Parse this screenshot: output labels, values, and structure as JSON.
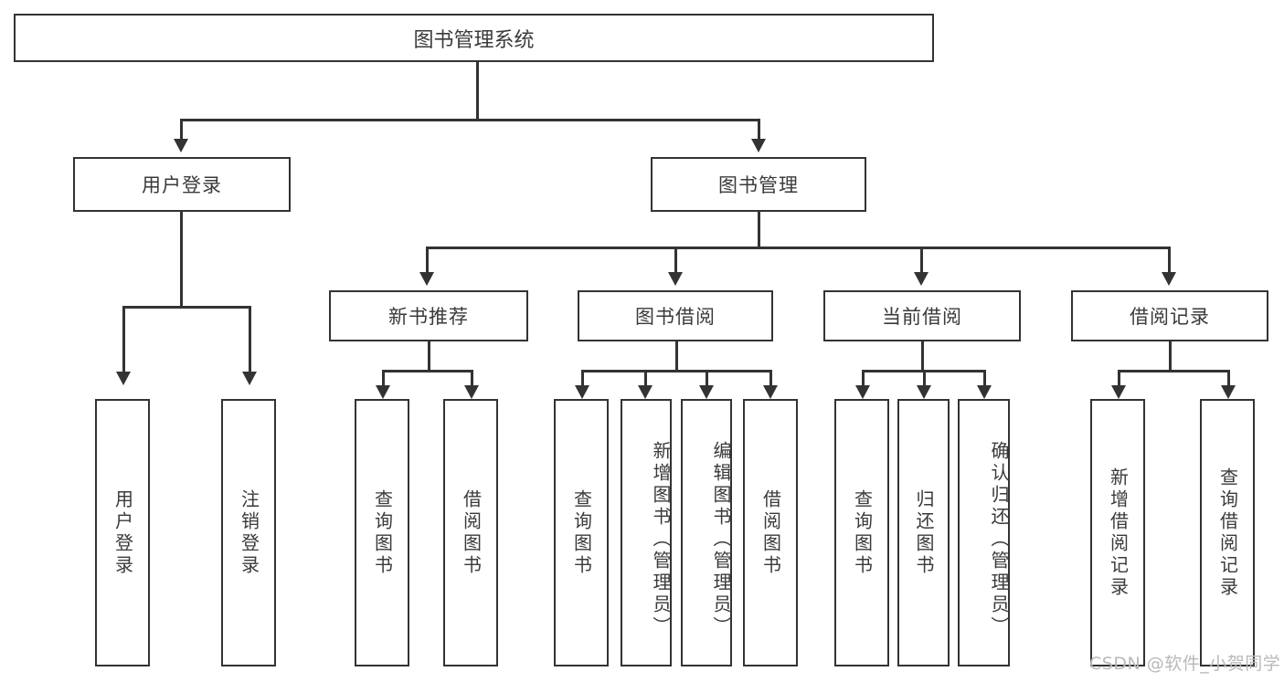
{
  "diagram": {
    "type": "tree-hierarchy",
    "title": "图书管理系统",
    "watermark": "CSDN @软件_小贺同学",
    "root": {
      "label": "图书管理系统"
    },
    "level1": [
      {
        "label": "用户登录"
      },
      {
        "label": "图书管理"
      }
    ],
    "level2": [
      {
        "label": "新书推荐"
      },
      {
        "label": "图书借阅"
      },
      {
        "label": "当前借阅"
      },
      {
        "label": "借阅记录"
      }
    ],
    "leaves": {
      "user_login": [
        {
          "label": "用户登录"
        },
        {
          "label": "注销登录"
        }
      ],
      "new_book_recommend": [
        {
          "label": "查询图书"
        },
        {
          "label": "借阅图书"
        }
      ],
      "book_borrow": [
        {
          "label": "查询图书"
        },
        {
          "label": "新增图书（管理员）"
        },
        {
          "label": "编辑图书（管理员）"
        },
        {
          "label": "借阅图书"
        }
      ],
      "current_borrow": [
        {
          "label": "查询图书"
        },
        {
          "label": "归还图书"
        },
        {
          "label": "确认归还（管理员）"
        }
      ],
      "borrow_record": [
        {
          "label": "新增借阅记录"
        },
        {
          "label": "查询借阅记录"
        }
      ]
    },
    "colors": {
      "stroke": "#333333",
      "fill": "#ffffff",
      "text": "#3a3a3a",
      "watermark": "#b9b9b9"
    }
  }
}
